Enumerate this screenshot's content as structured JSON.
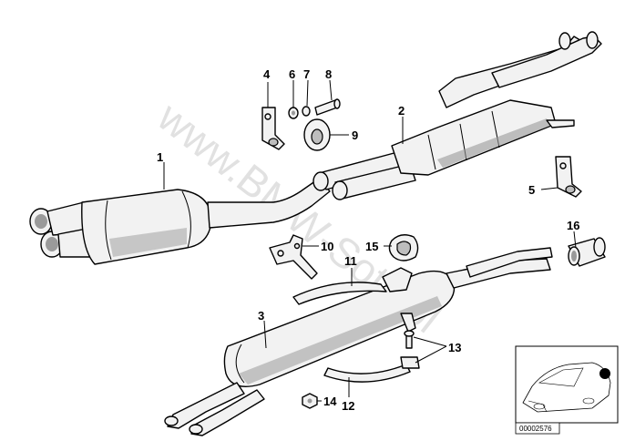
{
  "watermark": "www.BMW-Sotz.pl",
  "callouts": [
    {
      "id": "1",
      "label": "1"
    },
    {
      "id": "2",
      "label": "2"
    },
    {
      "id": "3",
      "label": "3"
    },
    {
      "id": "4",
      "label": "4"
    },
    {
      "id": "5",
      "label": "5"
    },
    {
      "id": "6",
      "label": "6"
    },
    {
      "id": "7",
      "label": "7"
    },
    {
      "id": "8",
      "label": "8"
    },
    {
      "id": "9",
      "label": "9"
    },
    {
      "id": "10",
      "label": "10"
    },
    {
      "id": "11",
      "label": "11"
    },
    {
      "id": "12",
      "label": "12"
    },
    {
      "id": "13",
      "label": "13"
    },
    {
      "id": "14",
      "label": "14"
    },
    {
      "id": "15",
      "label": "15"
    },
    {
      "id": "16",
      "label": "16"
    }
  ],
  "inset": {
    "code": "00002576"
  }
}
